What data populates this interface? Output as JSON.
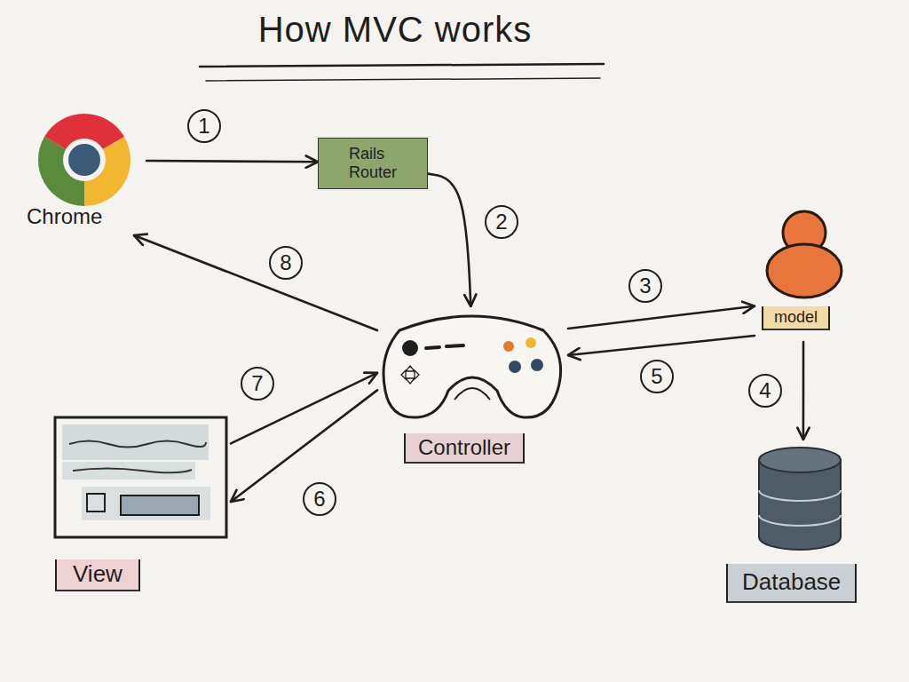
{
  "diagram": {
    "title": "How MVC works",
    "nodes": [
      {
        "text": [
          "Chrome"
        ]
      },
      {
        "text": [
          "Rails Router"
        ]
      },
      {
        "text": [
          "model"
        ]
      },
      {
        "text": [
          "Controller"
        ]
      },
      {
        "text": [
          "View"
        ]
      },
      {
        "text": [
          "Database"
        ]
      }
    ],
    "edges": [
      {
        "from": 0,
        "to": 1,
        "arrow": "to",
        "label": "1"
      },
      {
        "from": 1,
        "to": 3,
        "arrow": "to",
        "label": "2"
      },
      {
        "from": 3,
        "to": 2,
        "arrow": "to",
        "label": "3"
      },
      {
        "from": 2,
        "to": 5,
        "arrow": "to",
        "label": "4"
      },
      {
        "from": 2,
        "to": 3,
        "arrow": "to",
        "label": "5"
      },
      {
        "from": 3,
        "to": 4,
        "arrow": "to",
        "label": "6"
      },
      {
        "from": 4,
        "to": 3,
        "arrow": "to",
        "label": "7"
      },
      {
        "from": 3,
        "to": 0,
        "arrow": "to",
        "label": "8"
      }
    ]
  }
}
